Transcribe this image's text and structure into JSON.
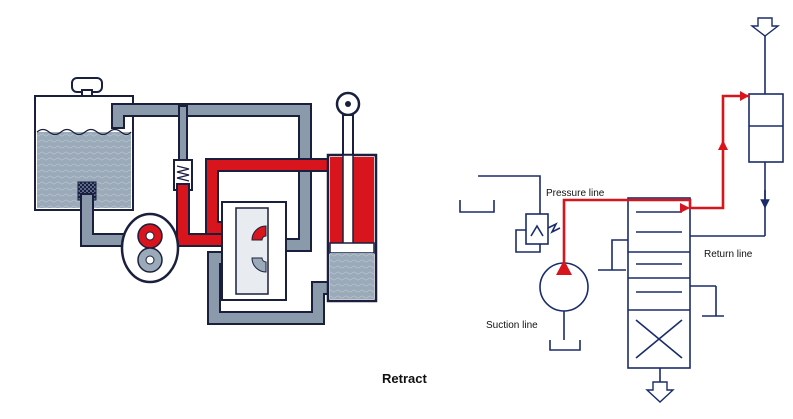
{
  "caption": "Retract",
  "labels": {
    "pressure_line": "Pressure line",
    "return_line": "Return line",
    "suction_line": "Suction line"
  },
  "colors": {
    "pressure": "#d8141c",
    "return_pipe": "#8a9aaa",
    "fluid": "#9aaab9",
    "outline": "#1a1f3d",
    "schematic_line": "#1a2c6b"
  }
}
